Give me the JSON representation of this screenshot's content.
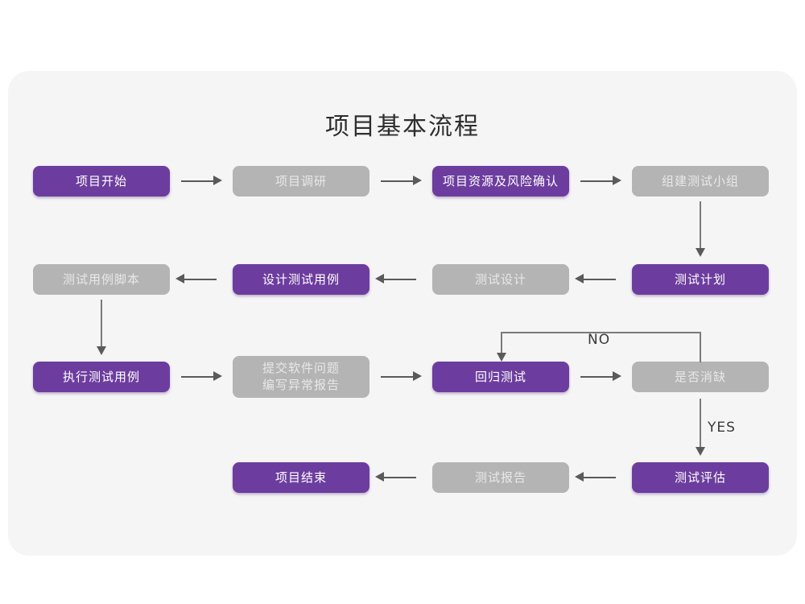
{
  "title": "项目基本流程",
  "colors": {
    "page_background": "#ffffff",
    "panel_background": "#f5f5f6",
    "node_primary": "#6c3d9e",
    "node_primary_text": "#ffffff",
    "node_muted": "#b4b4b4",
    "node_muted_text": "#e8e8e8",
    "connector": "#5a5a5a",
    "title_text": "#2e2e2e"
  },
  "nodes": [
    {
      "id": "n1",
      "label": "项目开始",
      "style": "primary"
    },
    {
      "id": "n2",
      "label": "项目调研",
      "style": "muted"
    },
    {
      "id": "n3",
      "label": "项目资源及风险确认",
      "style": "primary"
    },
    {
      "id": "n4",
      "label": "组建测试小组",
      "style": "muted"
    },
    {
      "id": "n5",
      "label": "测试用例脚本",
      "style": "muted"
    },
    {
      "id": "n6",
      "label": "设计测试用例",
      "style": "primary"
    },
    {
      "id": "n7",
      "label": "测试设计",
      "style": "muted"
    },
    {
      "id": "n8",
      "label": "测试计划",
      "style": "primary"
    },
    {
      "id": "n9",
      "label": "执行测试用例",
      "style": "primary"
    },
    {
      "id": "n10",
      "label": "提交软件问题\n编写异常报告",
      "style": "muted"
    },
    {
      "id": "n11",
      "label": "回归测试",
      "style": "primary"
    },
    {
      "id": "n12",
      "label": "是否消缺",
      "style": "muted"
    },
    {
      "id": "n13",
      "label": "项目结束",
      "style": "primary"
    },
    {
      "id": "n14",
      "label": "测试报告",
      "style": "muted"
    },
    {
      "id": "n15",
      "label": "测试评估",
      "style": "primary"
    }
  ],
  "edge_labels": {
    "no": "NO",
    "yes": "YES"
  }
}
